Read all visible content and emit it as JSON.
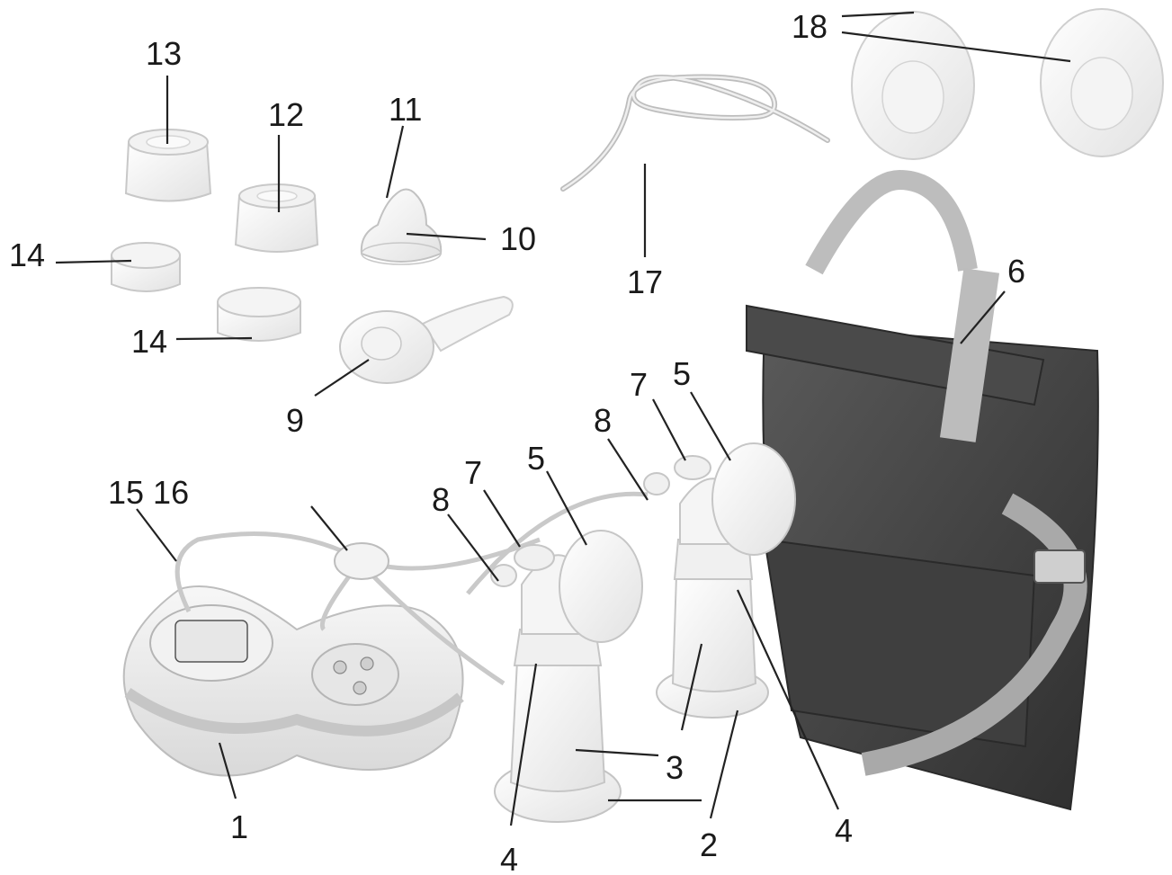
{
  "labels": {
    "l1": "1",
    "l2a": "2",
    "l2b": "2",
    "l3a": "3",
    "l3b": "3",
    "l4a": "4",
    "l4b": "4",
    "l5a": "5",
    "l5b": "5",
    "l6": "6",
    "l7a": "7",
    "l7b": "7",
    "l8a": "8",
    "l8b": "8",
    "l9": "9",
    "l10": "10",
    "l11": "11",
    "l12": "12",
    "l13": "13",
    "l14a": "14",
    "l14b": "14",
    "l15_16": "15 16",
    "l17": "17",
    "l18": "18"
  }
}
